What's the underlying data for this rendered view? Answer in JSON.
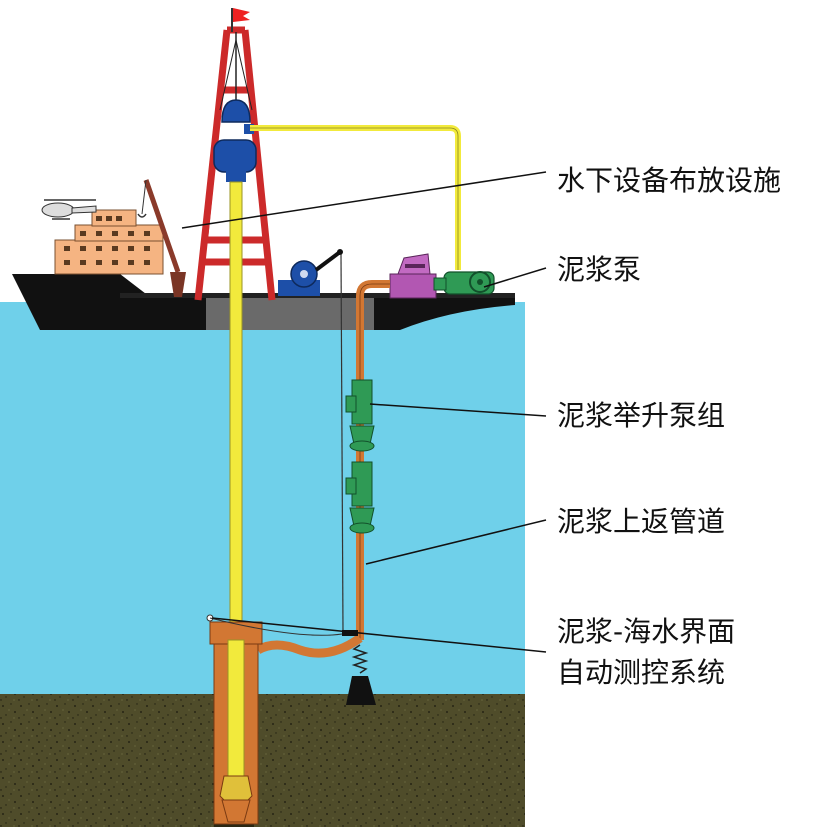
{
  "labels": {
    "deploy": "水下设备布放设施",
    "mud_pump": "泥浆泵",
    "lift_pumps": "泥浆举升泵组",
    "return_pipe": "泥浆上返管道",
    "interface_line1": "泥浆-海水界面",
    "interface_line2": "自动测控系统"
  },
  "colors": {
    "sea": "#6fd0ea",
    "seabed": "#4f4c2a",
    "hull": "#111111",
    "deck": "#6a6a6a",
    "derrick": "#cc2a2a",
    "drill_pipe": "#f2ea3c",
    "return_pipe": "#d27733",
    "pump": "#2f9a55",
    "superstructure": "#f5b482",
    "winch": "#1d4fa8",
    "mud_pump_unit": "#a34ba3"
  }
}
